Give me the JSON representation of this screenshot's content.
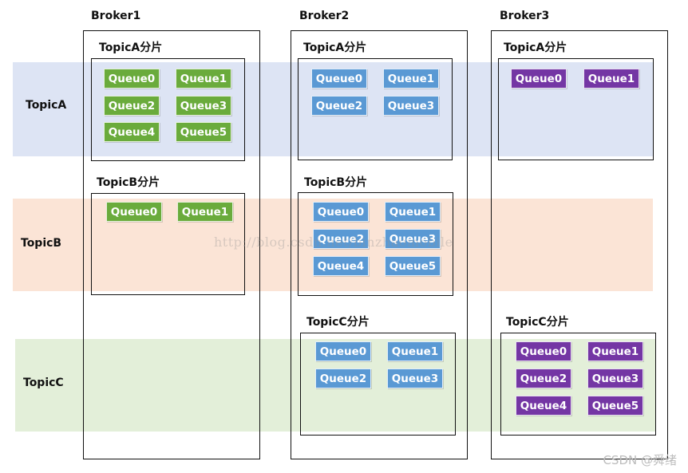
{
  "rows": {
    "a": "TopicA",
    "b": "TopicB",
    "c": "TopicC"
  },
  "brokers": [
    "Broker1",
    "Broker2",
    "Broker3"
  ],
  "partitions": {
    "b1a": {
      "title": "TopicA分片",
      "queues": [
        "Queue0",
        "Queue1",
        "Queue2",
        "Queue3",
        "Queue4",
        "Queue5"
      ]
    },
    "b1b": {
      "title": "TopicB分片",
      "queues": [
        "Queue0",
        "Queue1"
      ]
    },
    "b2a": {
      "title": "TopicA分片",
      "queues": [
        "Queue0",
        "Queue1",
        "Queue2",
        "Queue3"
      ]
    },
    "b2b": {
      "title": "TopicB分片",
      "queues": [
        "Queue0",
        "Queue1",
        "Queue2",
        "Queue3",
        "Queue4",
        "Queue5"
      ]
    },
    "b2c": {
      "title": "TopicC分片",
      "queues": [
        "Queue0",
        "Queue1",
        "Queue2",
        "Queue3"
      ]
    },
    "b3a": {
      "title": "TopicA分片",
      "queues": [
        "Queue0",
        "Queue1"
      ]
    },
    "b3c": {
      "title": "TopicC分片",
      "queues": [
        "Queue0",
        "Queue1",
        "Queue2",
        "Queue3",
        "Queue4",
        "Queue5"
      ]
    }
  },
  "colors": {
    "broker1": "#6aab3c",
    "broker2": "#5a99d4",
    "broker3": "#7436a4"
  },
  "watermark": "http://blog.csdn.net/binzhaomobile",
  "credit": "CSDN @舜绪"
}
